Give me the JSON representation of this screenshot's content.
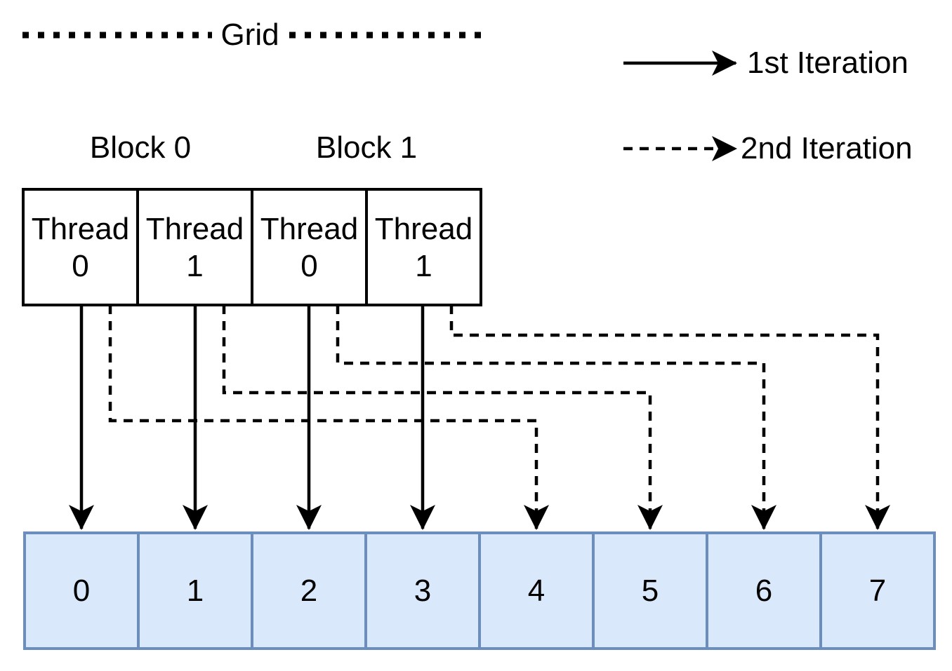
{
  "diagram": {
    "grid_label": "Grid",
    "legend": {
      "first": {
        "label": "1st Iteration",
        "line_style": "solid"
      },
      "second": {
        "label": "2nd Iteration",
        "line_style": "dashed"
      }
    },
    "blocks": [
      {
        "label": "Block 0"
      },
      {
        "label": "Block 1"
      }
    ],
    "threads": [
      {
        "word": "Thread",
        "num": "0",
        "block": "Block 0"
      },
      {
        "word": "Thread",
        "num": "1",
        "block": "Block 0"
      },
      {
        "word": "Thread",
        "num": "0",
        "block": "Block 1"
      },
      {
        "word": "Thread",
        "num": "1",
        "block": "Block 1"
      }
    ],
    "memory_cells": [
      "0",
      "1",
      "2",
      "3",
      "4",
      "5",
      "6",
      "7"
    ],
    "arrows": {
      "first_iteration": [
        {
          "from_thread": 0,
          "to_cell": 0
        },
        {
          "from_thread": 1,
          "to_cell": 1
        },
        {
          "from_thread": 2,
          "to_cell": 2
        },
        {
          "from_thread": 3,
          "to_cell": 3
        }
      ],
      "second_iteration": [
        {
          "from_thread": 0,
          "to_cell": 4
        },
        {
          "from_thread": 1,
          "to_cell": 5
        },
        {
          "from_thread": 2,
          "to_cell": 6
        },
        {
          "from_thread": 3,
          "to_cell": 7
        }
      ]
    },
    "colors": {
      "line": "#000000",
      "cell_fill": "#dae8fc",
      "cell_stroke": "#6c8ebf",
      "background": "#ffffff"
    }
  }
}
